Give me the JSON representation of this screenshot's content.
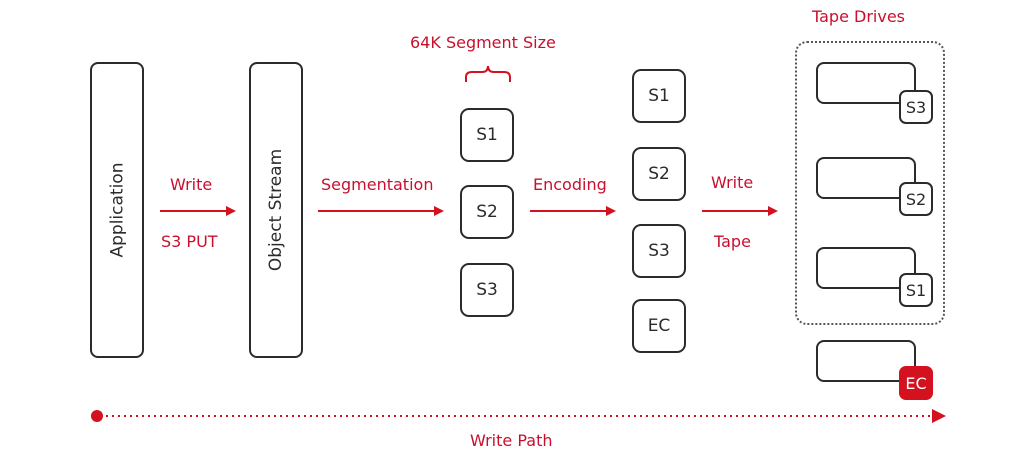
{
  "application_label": "Application",
  "object_stream_label": "Object Stream",
  "arrow1": {
    "top": "Write",
    "bottom": "S3 PUT"
  },
  "arrow2": {
    "top": "Segmentation"
  },
  "arrow3": {
    "top": "Encoding"
  },
  "arrow4": {
    "top": "Write",
    "bottom": "Tape"
  },
  "segment_size_label": "64K Segment Size",
  "segments": [
    "S1",
    "S2",
    "S3"
  ],
  "encoded": [
    "S1",
    "S2",
    "S3",
    "EC"
  ],
  "tape_drives_title": "Tape Drives",
  "drives": [
    "S3",
    "S2",
    "S1",
    "EC"
  ],
  "write_path_label": "Write Path",
  "colors": {
    "accent": "#c8102e",
    "ec_badge": "#d3111f",
    "outline": "#2b2b2b"
  }
}
